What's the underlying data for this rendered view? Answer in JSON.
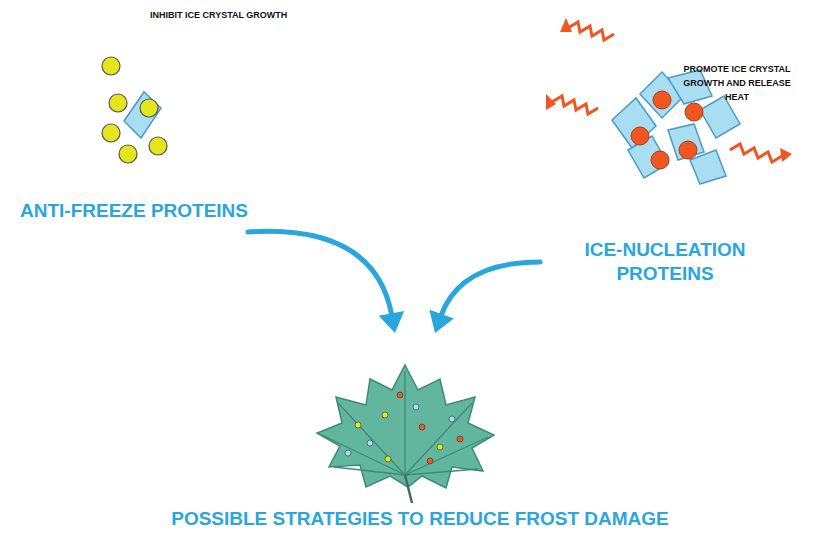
{
  "diagram": {
    "nodes": [
      {
        "text": [
          "INHIBIT ICE CRYSTAL GROWTH",
          "ANTI-FREEZE PROTEINS"
        ]
      },
      {
        "text": [
          "PROMOTE ICE CRYSTAL GROWTH AND RELEASE HEAT",
          "ICE-NUCLEATION PROTEINS"
        ]
      },
      {
        "text": [
          "POSSIBLE STRATEGIES TO REDUCE FROST DAMAGE"
        ]
      }
    ],
    "edges": [
      {
        "from": 0,
        "to": 2,
        "arrow": "to"
      },
      {
        "from": 1,
        "to": 2,
        "arrow": "to"
      }
    ]
  }
}
